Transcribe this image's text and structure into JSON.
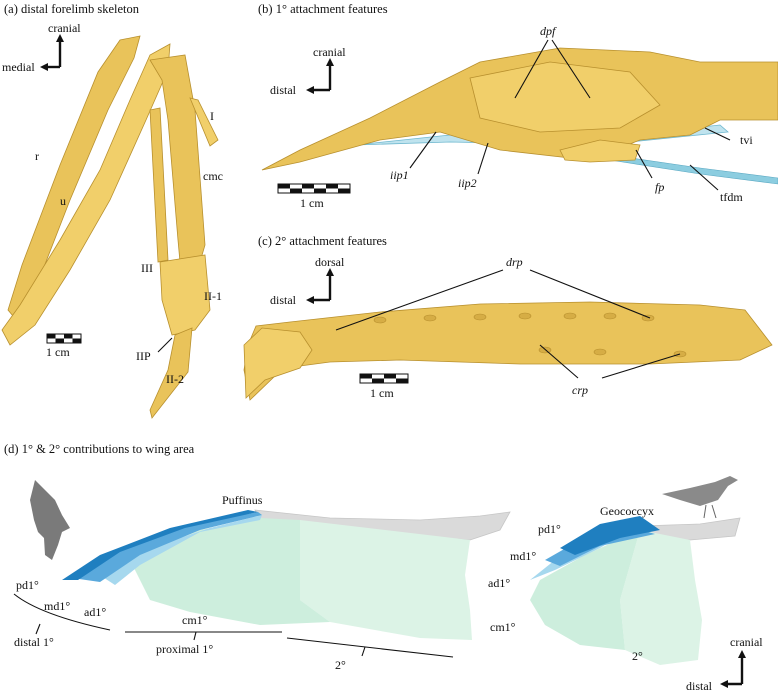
{
  "panels": {
    "a": {
      "title": "(a) distal forelimb skeleton",
      "labels": {
        "r": "r",
        "u": "u",
        "cmc": "cmc",
        "I": "I",
        "III": "III",
        "II1": "II-1",
        "IIP": "IIP",
        "II2": "II-2"
      },
      "compass": {
        "up": "cranial",
        "left": "medial"
      },
      "scale": "1 cm"
    },
    "b": {
      "title": "(b) 1° attachment features",
      "labels": {
        "dpf": "dpf",
        "iip1": "iip1",
        "iip2": "iip2",
        "fp": "fp",
        "tvi": "tvi",
        "tfdm": "tfdm"
      },
      "compass": {
        "up": "cranial",
        "left": "distal"
      },
      "scale": "1 cm"
    },
    "c": {
      "title": "(c) 2° attachment features",
      "labels": {
        "drp": "drp",
        "crp": "crp"
      },
      "compass": {
        "up": "dorsal",
        "left": "distal"
      },
      "scale": "1 cm"
    },
    "d": {
      "title": "(d) 1° & 2° contributions to wing area",
      "puffinus": {
        "name": "Puffinus",
        "labels": {
          "pd": "pd1°",
          "md": "md1°",
          "ad": "ad1°",
          "cm": "cm1°",
          "distal": "distal 1°",
          "proximal": "proximal 1°",
          "secondary": "2°"
        }
      },
      "geococcyx": {
        "name": "Geococcyx",
        "labels": {
          "pd": "pd1°",
          "md": "md1°",
          "ad": "ad1°",
          "cm": "cm1°",
          "secondary": "2°"
        }
      },
      "compass": {
        "up": "cranial",
        "left": "distal"
      }
    }
  },
  "colors": {
    "bone": "#e9c35a",
    "pd_feather": "#1f7fc0",
    "md_feather": "#5aa9dc",
    "ad_feather": "#a6d8ee",
    "cm_feather": "#cdeedd",
    "secondary_feather": "#dcf3e6",
    "coverts": "#dadada",
    "ligament": "#8ccde0"
  }
}
